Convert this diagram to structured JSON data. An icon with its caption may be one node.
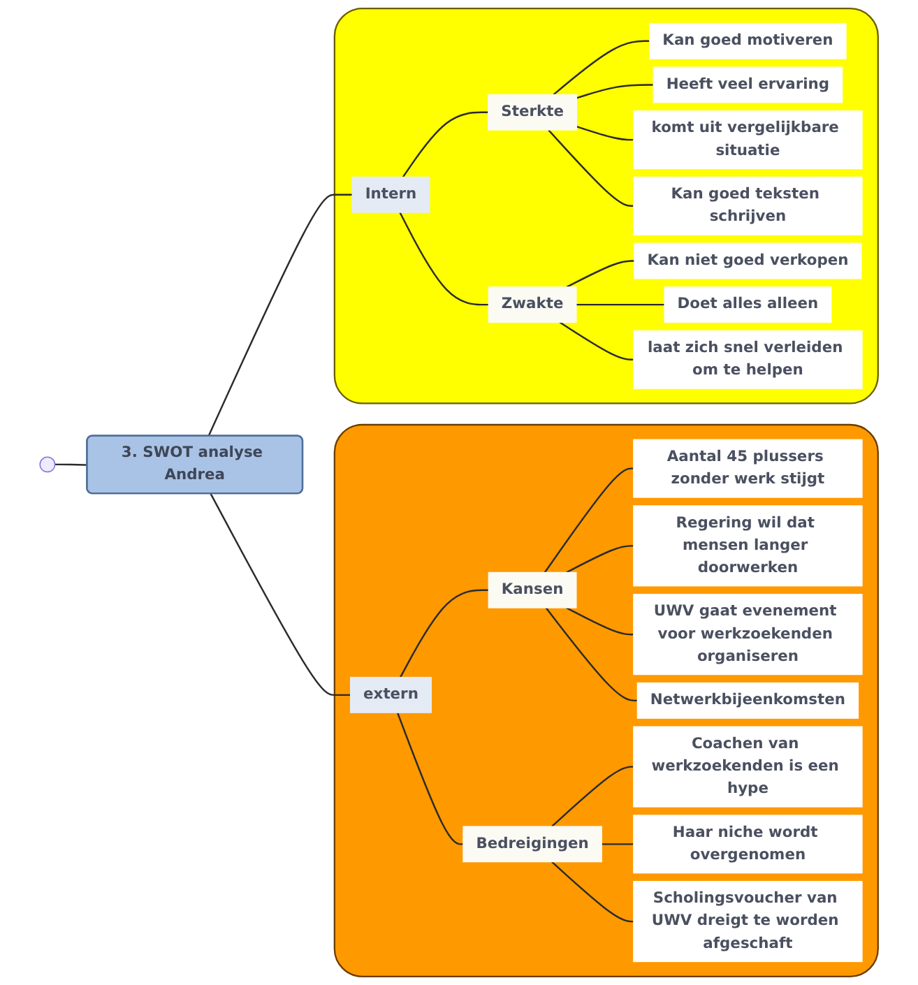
{
  "diagram": {
    "nodes": [
      {
        "text": [
          "3. SWOT analyse Andrea"
        ]
      },
      {
        "text": [],
        "shape": "cloud"
      },
      {
        "text": [
          "Intern"
        ],
        "in": 1
      },
      {
        "text": [
          "Sterkte"
        ],
        "in": 1
      },
      {
        "text": [
          "Kan goed motiveren"
        ],
        "in": 1
      },
      {
        "text": [
          "Heeft veel ervaring"
        ],
        "in": 1
      },
      {
        "text": [
          "komt uit vergelijkbare situatie"
        ],
        "in": 1
      },
      {
        "text": [
          "Kan goed teksten schrijven"
        ],
        "in": 1
      },
      {
        "text": [
          "Zwakte"
        ],
        "in": 1
      },
      {
        "text": [
          "Kan niet goed verkopen"
        ],
        "in": 1
      },
      {
        "text": [
          "Doet alles alleen"
        ],
        "in": 1
      },
      {
        "text": [
          "laat zich snel verleiden om te helpen"
        ],
        "in": 1
      },
      {
        "text": [],
        "shape": "cloud"
      },
      {
        "text": [
          "extern"
        ],
        "in": 12
      },
      {
        "text": [
          "Kansen"
        ],
        "in": 12
      },
      {
        "text": [
          "Aantal 45 plussers zonder werk stijgt"
        ],
        "in": 12
      },
      {
        "text": [
          "Regering wil dat mensen langer doorwerken"
        ],
        "in": 12
      },
      {
        "text": [
          "UWV gaat evenement voor werkzoekenden organiseren"
        ],
        "in": 12
      },
      {
        "text": [
          "Netwerkbijeenkomsten"
        ],
        "in": 12
      },
      {
        "text": [
          "Bedreigingen"
        ],
        "in": 12
      },
      {
        "text": [
          "Coachen van werkzoekenden is een hype"
        ],
        "in": 12
      },
      {
        "text": [
          "Haar niche wordt overgenomen"
        ],
        "in": 12
      },
      {
        "text": [
          "Scholingsvoucher van UWV dreigt te worden afgeschaft"
        ],
        "in": 12
      },
      {
        "text": [],
        "shape": "circle"
      }
    ],
    "edges": [
      {
        "from": 23,
        "to": 0,
        "arrow": "none"
      },
      {
        "from": 0,
        "to": 2,
        "arrow": "none"
      },
      {
        "from": 2,
        "to": 3,
        "arrow": "none"
      },
      {
        "from": 3,
        "to": 4,
        "arrow": "none"
      },
      {
        "from": 3,
        "to": 5,
        "arrow": "none"
      },
      {
        "from": 3,
        "to": 6,
        "arrow": "none"
      },
      {
        "from": 3,
        "to": 7,
        "arrow": "none"
      },
      {
        "from": 2,
        "to": 8,
        "arrow": "none"
      },
      {
        "from": 8,
        "to": 9,
        "arrow": "none"
      },
      {
        "from": 8,
        "to": 10,
        "arrow": "none"
      },
      {
        "from": 8,
        "to": 11,
        "arrow": "none"
      },
      {
        "from": 0,
        "to": 13,
        "arrow": "none"
      },
      {
        "from": 13,
        "to": 14,
        "arrow": "none"
      },
      {
        "from": 14,
        "to": 15,
        "arrow": "none"
      },
      {
        "from": 14,
        "to": 16,
        "arrow": "none"
      },
      {
        "from": 14,
        "to": 17,
        "arrow": "none"
      },
      {
        "from": 14,
        "to": 18,
        "arrow": "none"
      },
      {
        "from": 13,
        "to": 19,
        "arrow": "none"
      },
      {
        "from": 19,
        "to": 20,
        "arrow": "none"
      },
      {
        "from": 19,
        "to": 21,
        "arrow": "none"
      },
      {
        "from": 19,
        "to": 22,
        "arrow": "none"
      }
    ]
  }
}
